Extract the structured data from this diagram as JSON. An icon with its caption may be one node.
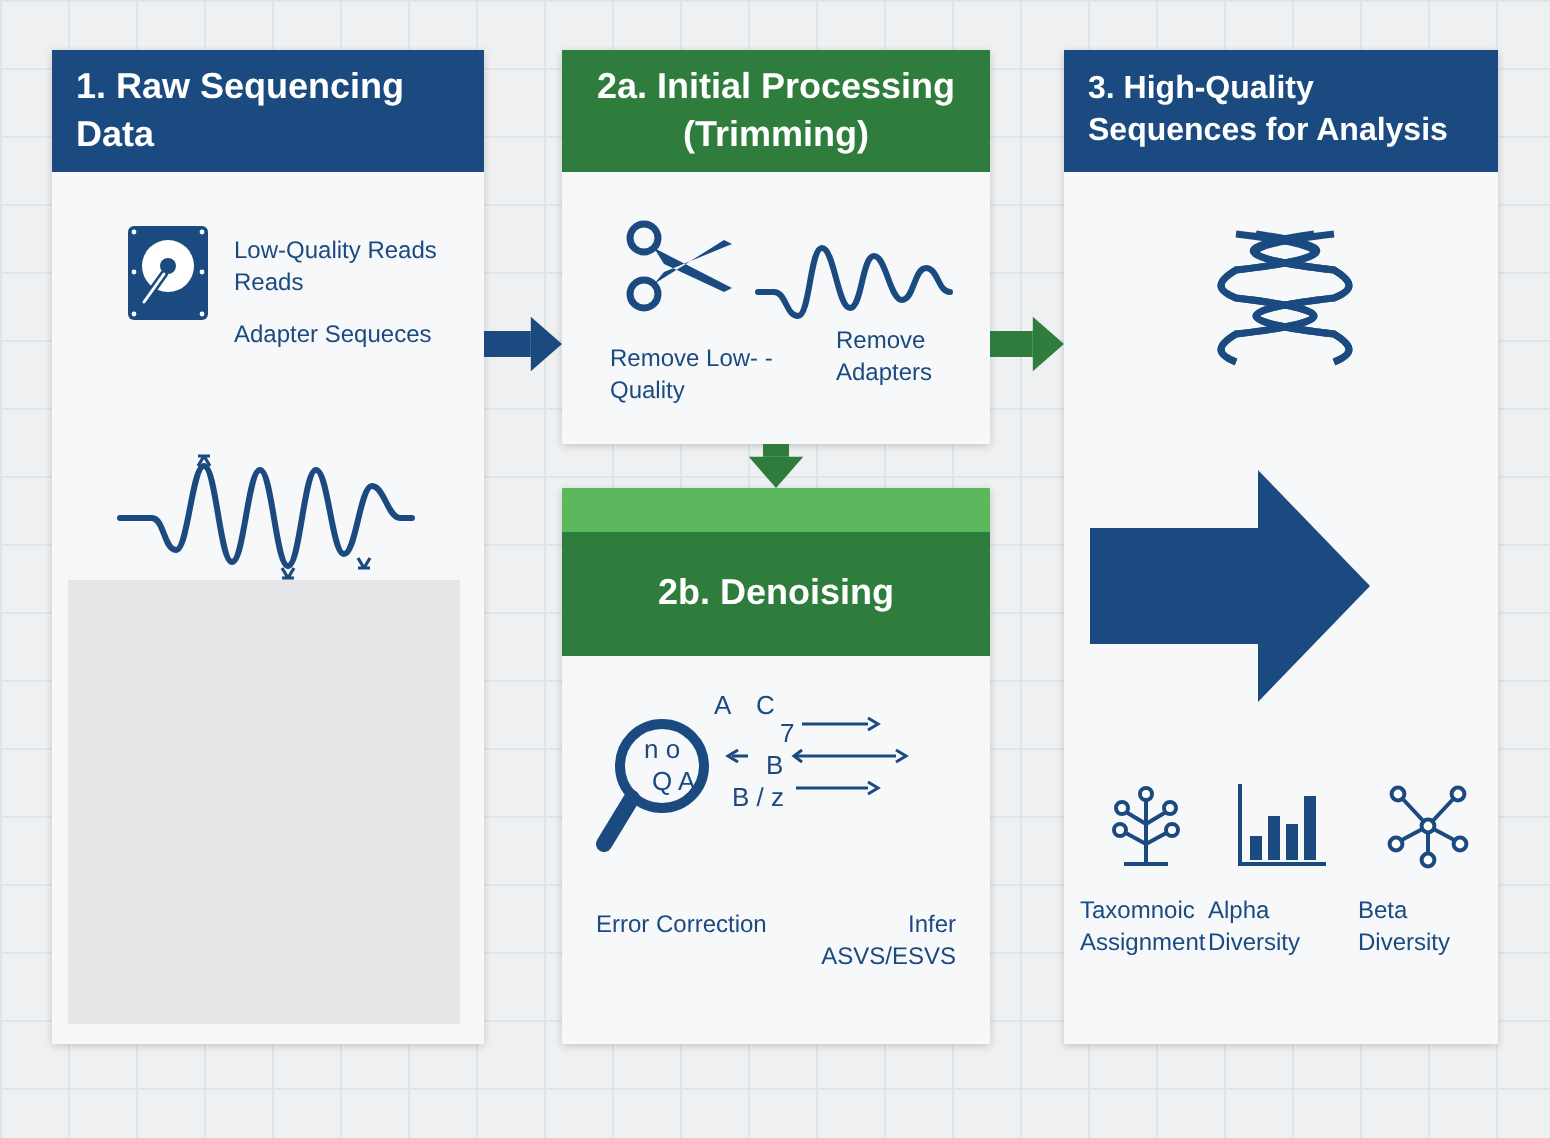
{
  "diagram": {
    "nodes": [
      {
        "text": [
          "1. Raw Sequencing Data",
          "Low-Quality Reads Reads",
          "Adapter Sequeces"
        ]
      },
      {
        "text": [
          "2a. Initial Processing (Trimming)",
          "Remove Low- -Quality",
          "Remove Adapters"
        ]
      },
      {
        "text": [
          "2b. Denoising",
          "Error Correction",
          "Infer ASVS/ESVS"
        ]
      },
      {
        "text": [
          "3. High-Quality Sequences for Analysis",
          "Taxomnoic Assignment",
          "Alpha Diversity",
          "Beta Diversity"
        ]
      }
    ],
    "edges": [
      {
        "from": 0,
        "to": 1,
        "arrow": "to",
        "color": "#1b4a80"
      },
      {
        "from": 1,
        "to": 3,
        "arrow": "to"
      },
      {
        "from": 1,
        "to": 2,
        "arrow": "to"
      }
    ],
    "labels": [
      "A",
      "C",
      "7",
      "n o",
      "B",
      "Q A",
      "B / z"
    ]
  }
}
